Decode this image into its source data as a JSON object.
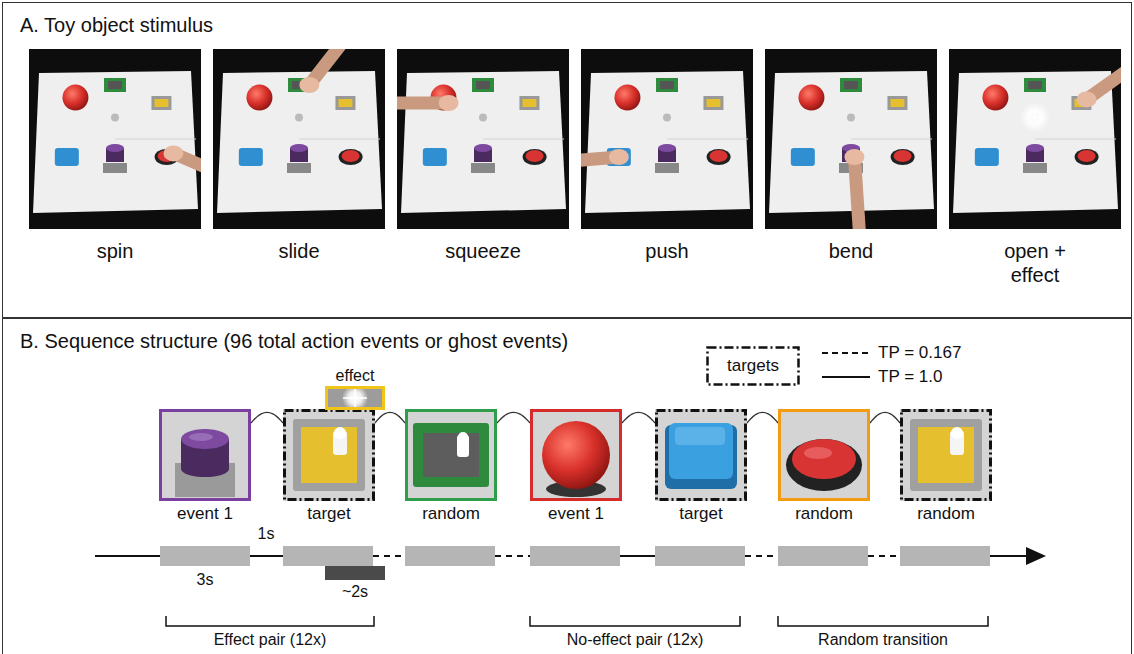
{
  "diagram": {
    "nodes": [
      {
        "text": [
          "A. Toy object stimulus"
        ]
      },
      {
        "text": [
          "spin"
        ],
        "in": 0
      },
      {
        "text": [
          "slide"
        ],
        "in": 0
      },
      {
        "text": [
          "squeeze"
        ],
        "in": 0
      },
      {
        "text": [
          "push"
        ],
        "in": 0
      },
      {
        "text": [
          "bend"
        ],
        "in": 0
      },
      {
        "text": [
          "open + effect"
        ],
        "in": 0
      },
      {
        "text": [
          "B. Sequence structure (96 total action events or ghost events)"
        ]
      },
      {
        "text": [
          "event 1"
        ],
        "in": 7
      },
      {
        "text": [
          "target"
        ],
        "in": 7
      },
      {
        "text": [
          "effect"
        ],
        "in": 7
      },
      {
        "text": [
          "random"
        ],
        "in": 7
      },
      {
        "text": [
          "event 1"
        ],
        "in": 7
      },
      {
        "text": [
          "target"
        ],
        "in": 7
      },
      {
        "text": [
          "random"
        ],
        "in": 7
      },
      {
        "text": [
          "random"
        ],
        "in": 7
      }
    ],
    "edges": [
      {
        "from": 8,
        "to": 9,
        "arrow": "none"
      },
      {
        "from": 9,
        "to": 11,
        "arrow": "none"
      },
      {
        "from": 11,
        "to": 12,
        "arrow": "none"
      },
      {
        "from": 12,
        "to": 13,
        "arrow": "none"
      },
      {
        "from": 13,
        "to": 14,
        "arrow": "none"
      },
      {
        "from": 14,
        "to": 15,
        "arrow": "none"
      }
    ],
    "labels": [
      "3s",
      "1s",
      "~2s",
      "Effect pair (12x)",
      "No-effect pair (12x)",
      "Random transition"
    ],
    "legend": [
      {
        "text": "targets"
      },
      {
        "text": "TP = 0.167"
      },
      {
        "text": "TP = 1.0"
      }
    ]
  }
}
